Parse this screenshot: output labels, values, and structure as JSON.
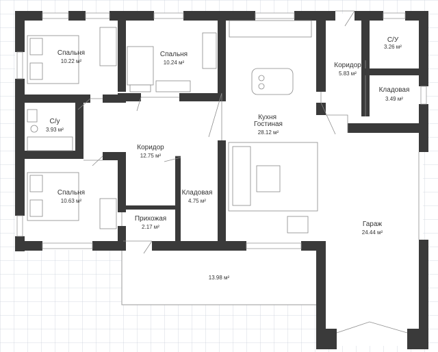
{
  "colors": {
    "wall": "#3a3a3a",
    "grid": "#c9d0da",
    "background": "#ffffff",
    "text": "#333333"
  },
  "rooms": [
    {
      "id": "bedroom1",
      "name": "Спальня",
      "area": "10.22 м²"
    },
    {
      "id": "bedroom2",
      "name": "Спальня",
      "area": "10.24 м²"
    },
    {
      "id": "kitchen",
      "name": "Кухня\nГостиная",
      "area": "28.12 м²"
    },
    {
      "id": "corridor-right",
      "name": "Коридор",
      "area": "5.83 м²"
    },
    {
      "id": "wc-right",
      "name": "С/У",
      "area": "3.26 м²"
    },
    {
      "id": "pantry-right",
      "name": "Кладовая",
      "area": "3.49 м²"
    },
    {
      "id": "wc-left",
      "name": "С/у",
      "area": "3.93 м²"
    },
    {
      "id": "corridor-main",
      "name": "Коридор",
      "area": "12.75 м²"
    },
    {
      "id": "bedroom3",
      "name": "Спальня",
      "area": "10.63 м²"
    },
    {
      "id": "pantry-center",
      "name": "Кладовая",
      "area": "4.75 м²"
    },
    {
      "id": "hall",
      "name": "Прихожая",
      "area": "2.17 м²"
    },
    {
      "id": "garage",
      "name": "Гараж",
      "area": "24.44 м²"
    },
    {
      "id": "terrace",
      "name": "",
      "area": "13.98 м²"
    }
  ]
}
